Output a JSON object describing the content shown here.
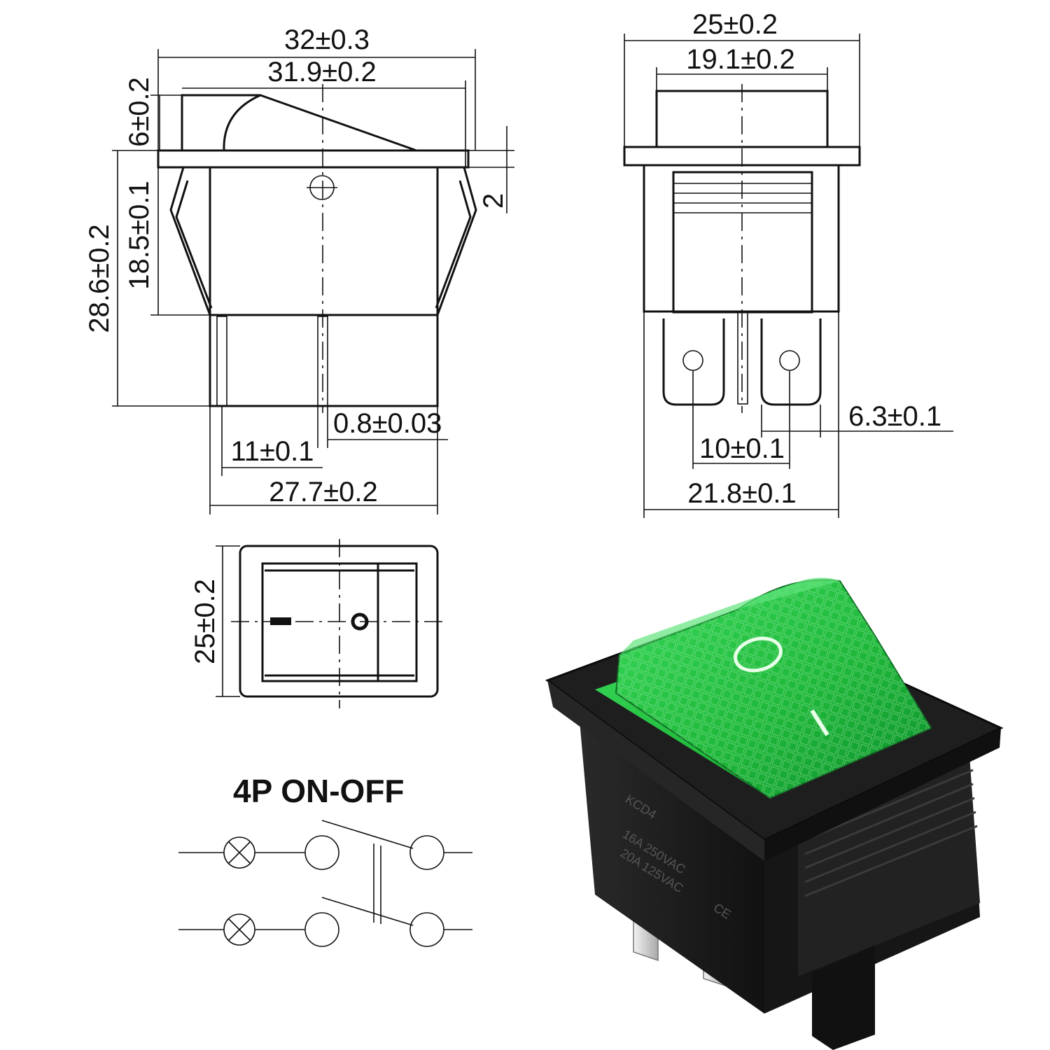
{
  "front_view": {
    "dims": {
      "overall_width": "32±0.3",
      "rocker_width": "31.9±0.2",
      "rocker_height": "6±0.2",
      "clip_offset": "2",
      "body_height": "18.5±0.1",
      "total_height": "28.6±0.2",
      "terminal_thickness": "0.8±0.03",
      "terminal_pitch": "11±0.1",
      "body_width": "27.7±0.2"
    }
  },
  "side_view": {
    "dims": {
      "overall_width": "25±0.2",
      "rocker_width": "19.1±0.2",
      "terminal_width": "6.3±0.1",
      "terminal_pitch": "10±0.1",
      "body_width": "21.8±0.1"
    }
  },
  "top_view": {
    "dims": {
      "height": "25±0.2"
    },
    "symbols": {
      "on": "—",
      "off": "o"
    }
  },
  "schematic": {
    "title": "4P  ON-OFF"
  },
  "product_photo": {
    "rocker_color": "#1fb83a",
    "housing_color": "#1a1a1a",
    "rocker_symbols": [
      "O",
      "I"
    ],
    "housing_markings": [
      "KCD4",
      "16A 250VAC",
      "20A 125VAC",
      "CE"
    ]
  }
}
